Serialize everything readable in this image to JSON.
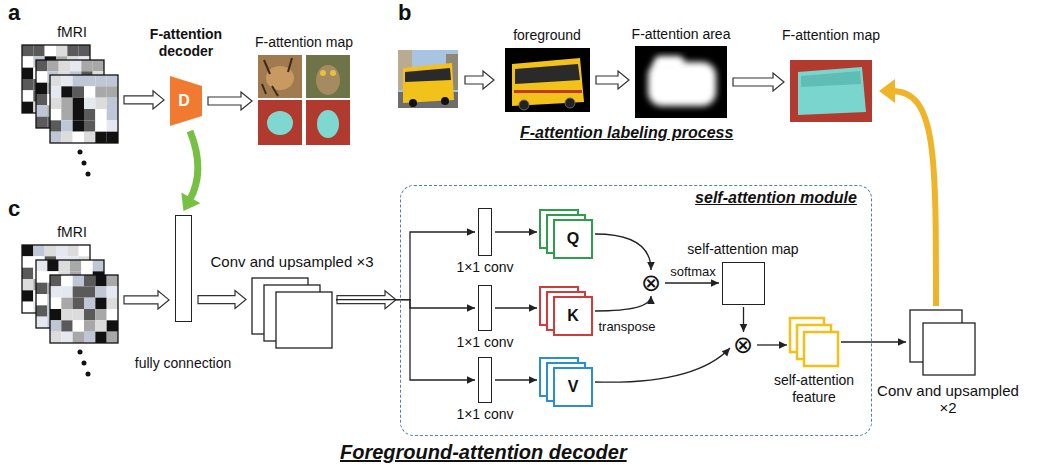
{
  "diagram": {
    "nodes": [
      {
        "text": [
          "fMRI"
        ]
      },
      {
        "text": [
          "F-attention decoder",
          "D"
        ]
      },
      {
        "text": [
          "F-attention map"
        ]
      },
      {
        "text": [
          "foreground"
        ]
      },
      {
        "text": [
          "F-attention area"
        ]
      },
      {
        "text": [
          "F-attention map"
        ]
      },
      {
        "text": [
          "fMRI"
        ]
      },
      {
        "text": [
          "fully connection"
        ]
      },
      {
        "text": [
          "Conv and upsampled ×3"
        ]
      },
      {
        "text": [
          "self-attention module"
        ]
      },
      {
        "text": [
          "1×1 conv"
        ],
        "in": 9
      },
      {
        "text": [
          "1×1 conv"
        ],
        "in": 9
      },
      {
        "text": [
          "1×1 conv"
        ],
        "in": 9
      },
      {
        "text": [
          "Q"
        ],
        "in": 9
      },
      {
        "text": [
          "K"
        ],
        "in": 9
      },
      {
        "text": [
          "V"
        ],
        "in": 9
      },
      {
        "text": [
          "⊗"
        ],
        "in": 9
      },
      {
        "text": [
          "self-attention map"
        ],
        "in": 9
      },
      {
        "text": [
          "⊗"
        ],
        "in": 9
      },
      {
        "text": [
          "self-attention feature"
        ],
        "in": 9
      },
      {
        "text": [
          "Conv and upsampled ×2"
        ]
      }
    ],
    "edges": [
      {
        "from": 0,
        "to": 1,
        "arrow": "to"
      },
      {
        "from": 1,
        "to": 2,
        "arrow": "to"
      },
      {
        "from": 3,
        "to": 4,
        "arrow": "to"
      },
      {
        "from": 4,
        "to": 5,
        "arrow": "to"
      },
      {
        "from": 1,
        "to": 7,
        "arrow": "to"
      },
      {
        "from": 6,
        "to": 7,
        "arrow": "to"
      },
      {
        "from": 7,
        "to": 8,
        "arrow": "to"
      },
      {
        "from": 8,
        "to": 10,
        "arrow": "to"
      },
      {
        "from": 8,
        "to": 11,
        "arrow": "to"
      },
      {
        "from": 8,
        "to": 12,
        "arrow": "to"
      },
      {
        "from": 10,
        "to": 13,
        "arrow": "to"
      },
      {
        "from": 11,
        "to": 14,
        "arrow": "to"
      },
      {
        "from": 12,
        "to": 15,
        "arrow": "to"
      },
      {
        "from": 13,
        "to": 16,
        "arrow": "to"
      },
      {
        "from": 14,
        "to": 16,
        "label": "transpose",
        "arrow": "to"
      },
      {
        "from": 16,
        "to": 17,
        "label": "softmax",
        "arrow": "to"
      },
      {
        "from": 17,
        "to": 18,
        "arrow": "to"
      },
      {
        "from": 15,
        "to": 18,
        "arrow": "to"
      },
      {
        "from": 18,
        "to": 19,
        "arrow": "to"
      },
      {
        "from": 19,
        "to": 20,
        "arrow": "to"
      },
      {
        "from": 20,
        "to": 5,
        "arrow": "to"
      }
    ],
    "labels": [
      "a",
      "b",
      "c",
      "F-attention labeling process",
      "Foreground-attention decoder"
    ]
  }
}
